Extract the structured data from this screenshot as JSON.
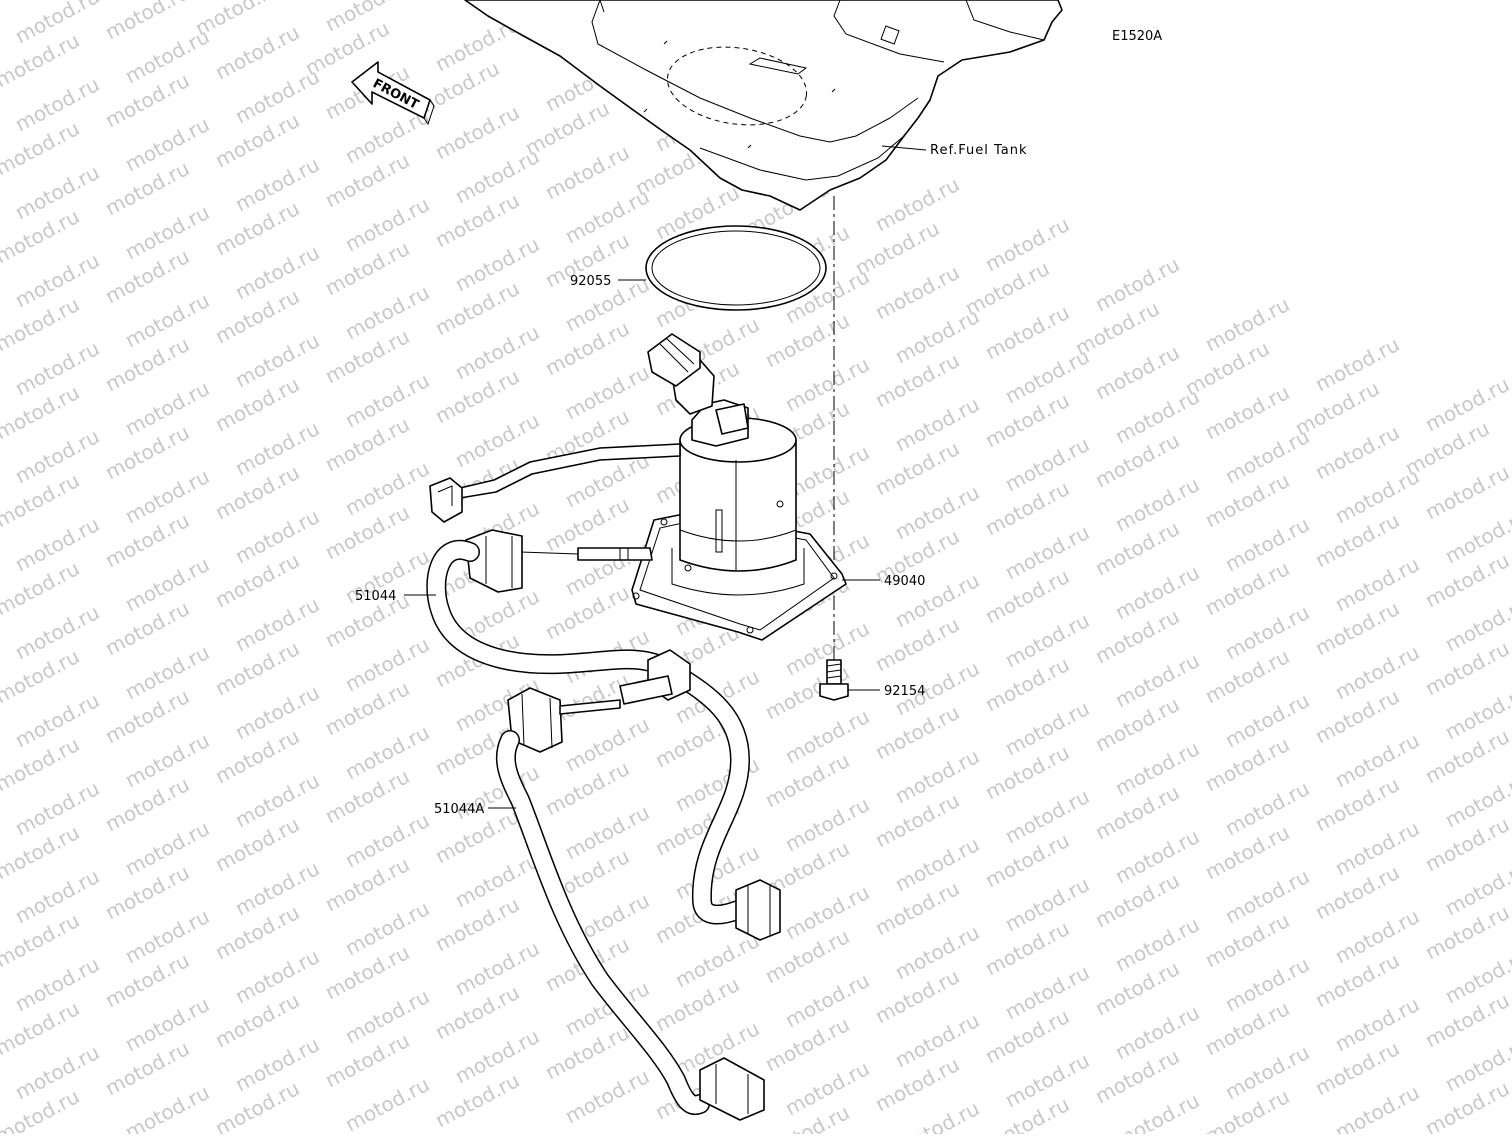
{
  "diagram": {
    "code": "E1520A",
    "watermark": "motod.ru",
    "front_arrow": "FRONT",
    "ref_label": "Ref.Fuel Tank",
    "callouts": [
      {
        "id": "o-ring",
        "label": "92055"
      },
      {
        "id": "fuel-pump",
        "label": "49040"
      },
      {
        "id": "hose-upper",
        "label": "51044"
      },
      {
        "id": "bolt",
        "label": "92154"
      },
      {
        "id": "hose-lower",
        "label": "51044A"
      }
    ]
  }
}
